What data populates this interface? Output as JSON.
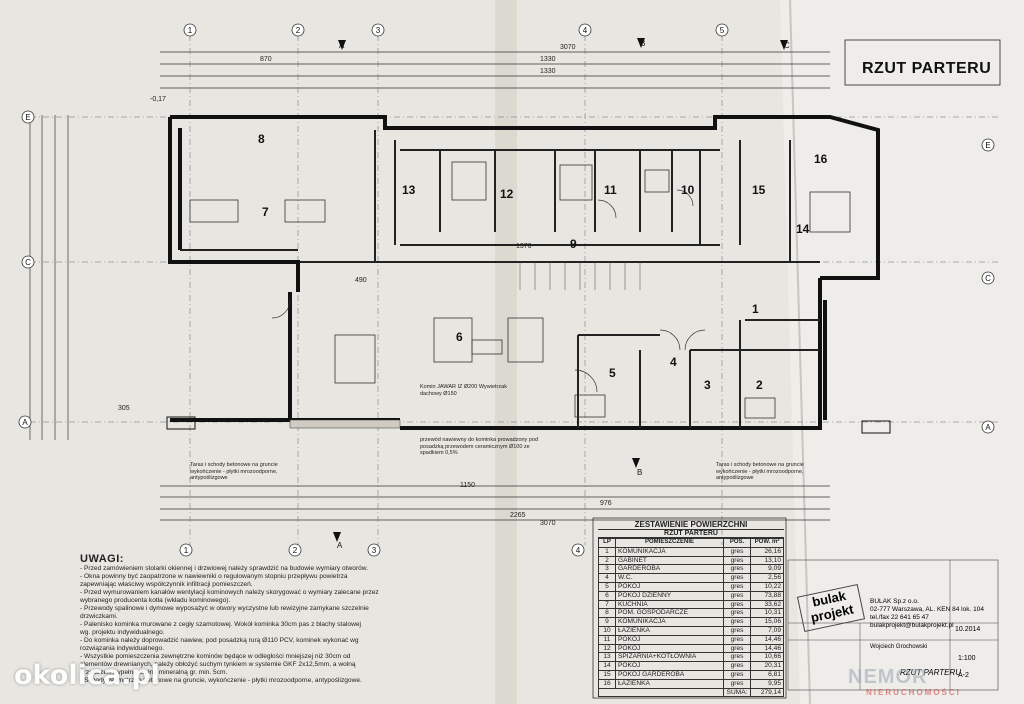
{
  "plan": {
    "title": "RZUT PARTERU",
    "room_numbers": [
      "8",
      "7",
      "6",
      "1",
      "2",
      "3",
      "4",
      "5",
      "9",
      "10",
      "11",
      "12",
      "13",
      "14",
      "15",
      "16"
    ],
    "terrace_left": "Taras i schody betonowe na gruncie wykończenie - płytki mrozoodporne, antypoślizgowe",
    "terrace_right": "Taras i schody betonowe na gruncie wykończenie - płytki mrozoodporne, antypoślizgowe",
    "chimney_note": "Komin JAWAR IZ Ø200 Wywietrzak dachowy Ø150",
    "vent_note": "przewód nawiewny do kominka prowadzony pod posadzką przewodem ceramicznym Ø100 ze spadkiem 0,5%"
  },
  "dims": {
    "d0": "3070",
    "d1": "870",
    "d2": "1330",
    "d3": "1330",
    "d4": "1150",
    "d5": "976",
    "d6": "2265",
    "d7": "3070",
    "d8": "490",
    "d9": "1376",
    "d10": "-0,17",
    "d11": "305"
  },
  "notes": {
    "heading": "UWAGI:",
    "lines": [
      "- Przed zamówieniem stolarki okiennej i drzwiowej należy sprawdzić na budowie wymiary otworów.",
      "- Okna powinny być zaopatrzone w nawiewniki o regulowanym stopniu przepływu powietrza",
      "  zapewniając właściwy współczynnik infiltracji pomieszczeń.",
      "- Przed wymurowaniem kanałów wentylacji kominowych należy skorygować o wymiary zalecane przez",
      "  wybranego producenta kotła (wkładu kominowego).",
      "- Przewody spalinowe i dymowe wyposażyć w otwory wyczystne lub rewizyjne zamykane szczelnie",
      "  drzwiczkami.",
      "- Palenisko kominka murowane z cegły szamotowej. Wokół kominka 30cm pas z blachy stalowej",
      "  wg. projektu indywidualnego.",
      "- Do kominka należy doprowadzić nawiew, pod posadzką rurą Ø110 PCV, kominek wykonać wg",
      "  rozwiązania indywidualnego.",
      "- Wszystkie pomieszczenia zewnętrzne kominów będące w odległości mniejszej niż 30cm od",
      "  elementów drewnianych, należy obłożyć suchym tynkiem w systemie GKF 2x12,5mm, a wolną",
      "  przestrzeń wypełnić wełną mineralną gr. min. 5cm.",
      "- Schody zewnętrzne betonowe na gruncie, wykończenie - płytki mrozoodporne, antypoślizgowe."
    ]
  },
  "schedule": {
    "title": "ZESTAWIENIE POWIERZCHNI",
    "subtitle": "RZUT PARTERU",
    "columns": [
      "LP",
      "POMIESZCZENIE",
      "POS.",
      "POW. m²"
    ],
    "rows": [
      {
        "lp": "1",
        "name": "KOMUNIKACJA",
        "pos": "gres",
        "area": "26,16"
      },
      {
        "lp": "2",
        "name": "GABINET",
        "pos": "gres",
        "area": "13,10"
      },
      {
        "lp": "3",
        "name": "GARDEROBA",
        "pos": "gres",
        "area": "9,09"
      },
      {
        "lp": "4",
        "name": "W.C.",
        "pos": "gres",
        "area": "2,56"
      },
      {
        "lp": "5",
        "name": "POKÓJ",
        "pos": "gres",
        "area": "10,22"
      },
      {
        "lp": "6",
        "name": "POKÓJ DZIENNY",
        "pos": "gres",
        "area": "73,88"
      },
      {
        "lp": "7",
        "name": "KUCHNIA",
        "pos": "gres",
        "area": "33,62"
      },
      {
        "lp": "8",
        "name": "POM. GOSPODARCZE",
        "pos": "gres",
        "area": "10,31"
      },
      {
        "lp": "9",
        "name": "KOMUNIKACJA",
        "pos": "gres",
        "area": "15,06"
      },
      {
        "lp": "10",
        "name": "ŁAZIENKA",
        "pos": "gres",
        "area": "7,09"
      },
      {
        "lp": "11",
        "name": "POKÓJ",
        "pos": "gres",
        "area": "14,46"
      },
      {
        "lp": "12",
        "name": "POKÓJ",
        "pos": "gres",
        "area": "14,46"
      },
      {
        "lp": "13",
        "name": "SPIŻARNIA+KOTŁOWNIA",
        "pos": "gres",
        "area": "10,66"
      },
      {
        "lp": "14",
        "name": "POKÓJ",
        "pos": "gres",
        "area": "20,31"
      },
      {
        "lp": "15",
        "name": "POKÓJ GARDEROBA",
        "pos": "gres",
        "area": "6,81"
      },
      {
        "lp": "16",
        "name": "ŁAZIENKA",
        "pos": "gres",
        "area": "9,95"
      }
    ],
    "total_label": "SUMA:",
    "total": "279,14"
  },
  "titleblock": {
    "company": "BULAK Sp.z o.o.",
    "address": "02-777 Warszawa, AL. KEN 84 lok. 104",
    "phone": "tel./fax 22 641 65 47",
    "email": "bulakprojekt@bulakprojekt.pl",
    "date": "10.2014",
    "designer": "Wojciech Grochowski",
    "scale": "1:100",
    "sheet_name": "RZUT PARTERU",
    "sheet_no": "A-2"
  },
  "watermarks": {
    "left": "okolica.pl",
    "right": "NEMOR",
    "right_sub": "NIERUCHOMOŚCI"
  }
}
